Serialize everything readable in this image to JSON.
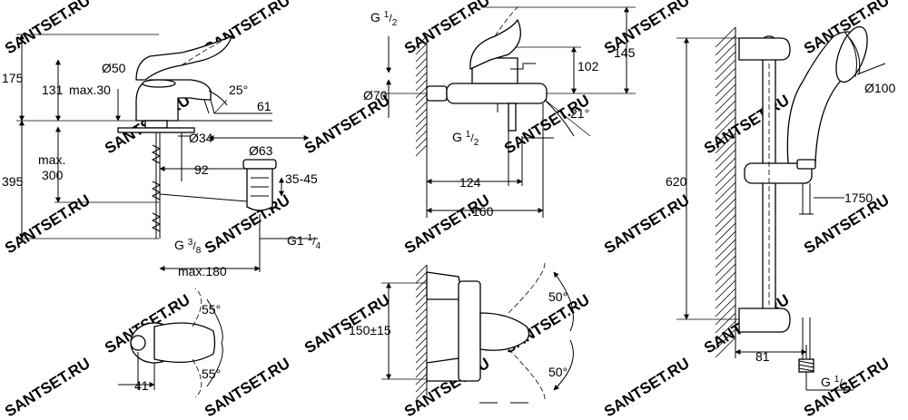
{
  "watermark": "SANTSET.RU",
  "basin_mixer": {
    "h_175": "175",
    "h_131": "131",
    "max_30": "max.30",
    "d_50": "Ø50",
    "angle_25": "25°",
    "w_61": "61",
    "d_34": "Ø34",
    "d_63": "Ø63",
    "max_300_a": "max.",
    "max_300_b": "300",
    "h_395": "395",
    "w_92": "92",
    "r_35_45": "35-45",
    "g38_g": "G",
    "g38_num": "3",
    "g38_den": "8",
    "g114_g": "G1",
    "g114_num": "1",
    "g114_den": "4",
    "max_180": "max.180",
    "angle_55_top": "55°",
    "angle_55_bottom": "55°",
    "w_41": "41"
  },
  "bath_mixer": {
    "g12_g": "G",
    "g12_num": "1",
    "g12_den": "2",
    "h_145": "145",
    "h_102": "102",
    "d_70": "Ø70",
    "angle_21": "21°",
    "g12b_g": "G",
    "g12b_num": "1",
    "g12b_den": "2",
    "w_124": "124",
    "w_160": "160",
    "h_150_15": "150±15",
    "angle_50_top": "50°",
    "angle_50_bottom": "50°"
  },
  "shower_set": {
    "d_100": "Ø100",
    "h_620": "620",
    "hose_1750": "1750",
    "w_81": "81",
    "g12_g": "G",
    "g12_num": "1",
    "g12_den": "2"
  }
}
